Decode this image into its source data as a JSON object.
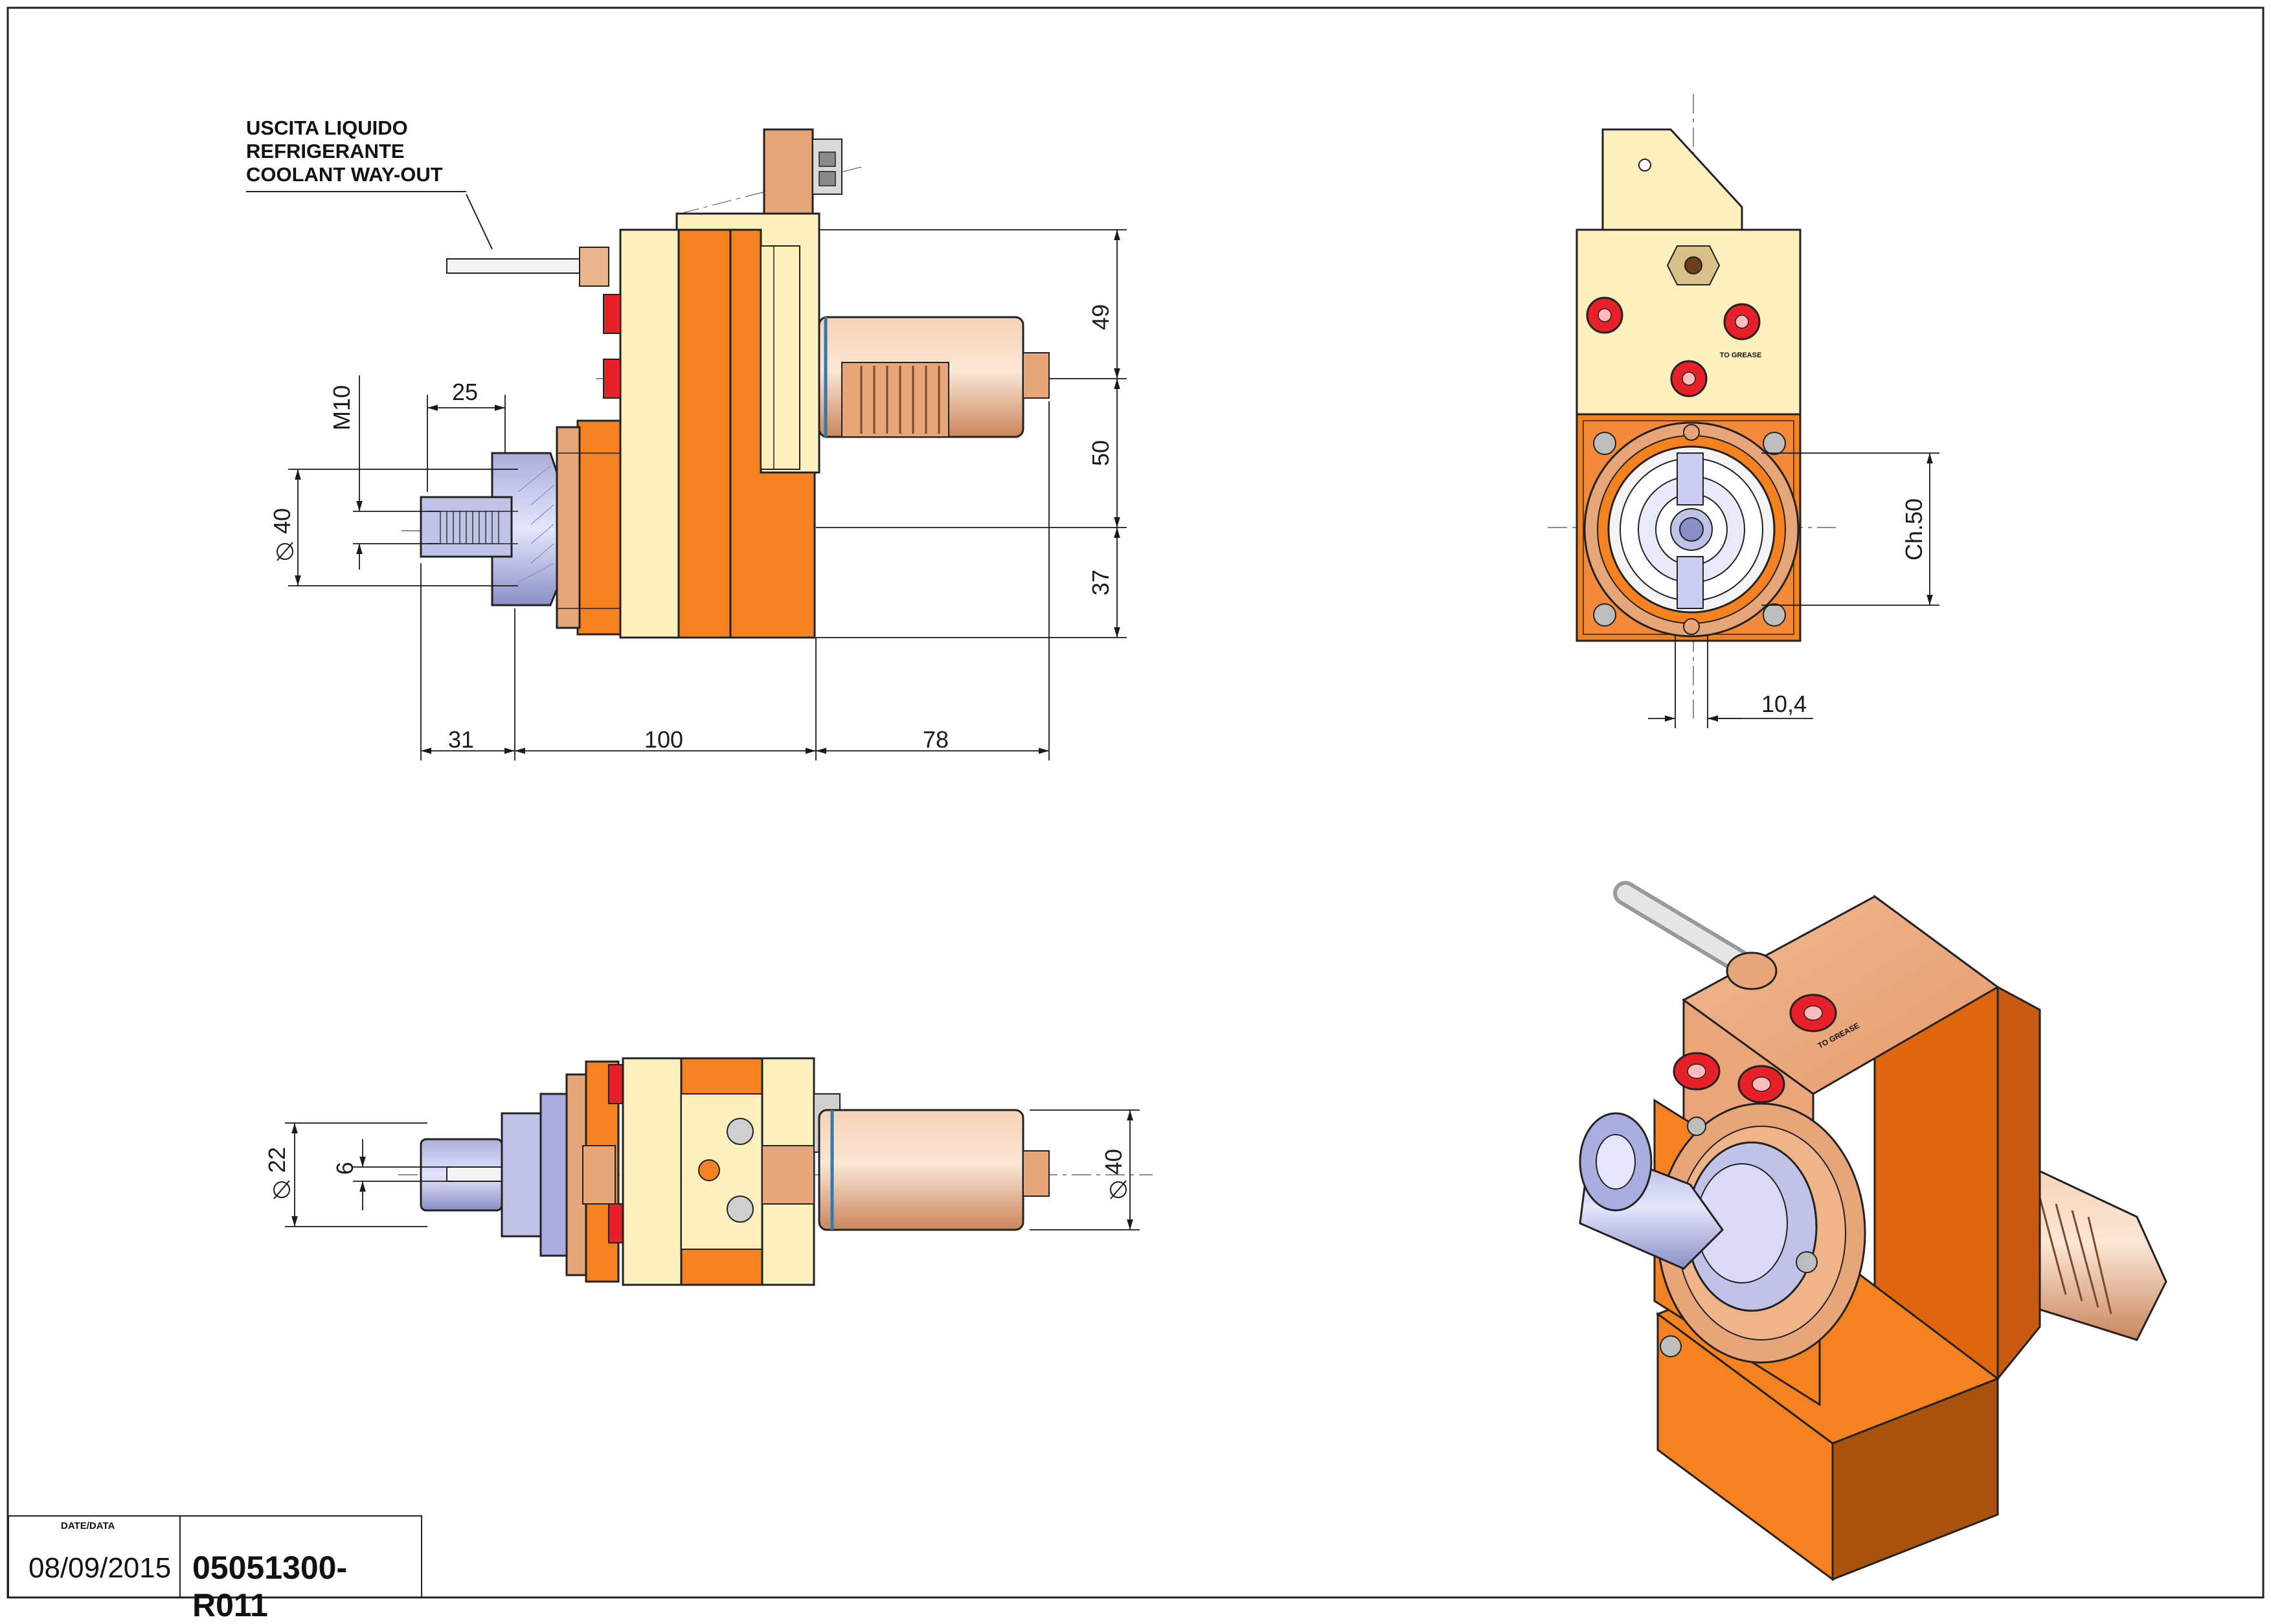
{
  "callout": {
    "line1": "USCITA LIQUIDO",
    "line2": "REFRIGERANTE",
    "line3": "COOLANT WAY-OUT"
  },
  "dimensions": {
    "d49": "49",
    "d50": "50",
    "d37": "37",
    "d25": "25",
    "m10": "M10",
    "phi40_side": "40",
    "d31": "31",
    "d100": "100",
    "d78": "78",
    "ch50": "Ch.50",
    "d10_4": "10,4",
    "phi22": "22",
    "d6": "6",
    "phi40_top": "40"
  },
  "labels": {
    "to_grease_front": "TO GREASE",
    "to_grease_iso": "TO GREASE"
  },
  "title_block": {
    "date_label": "DATE/DATA",
    "date": "08/09/2015",
    "code": "05051300-R011"
  },
  "colors": {
    "orange": "#F5821F",
    "cream": "#FBF0BE",
    "copper": "#E8A57A",
    "steel": "#BFC3E8",
    "red": "#E8202A",
    "line": "#1a1a1a"
  }
}
